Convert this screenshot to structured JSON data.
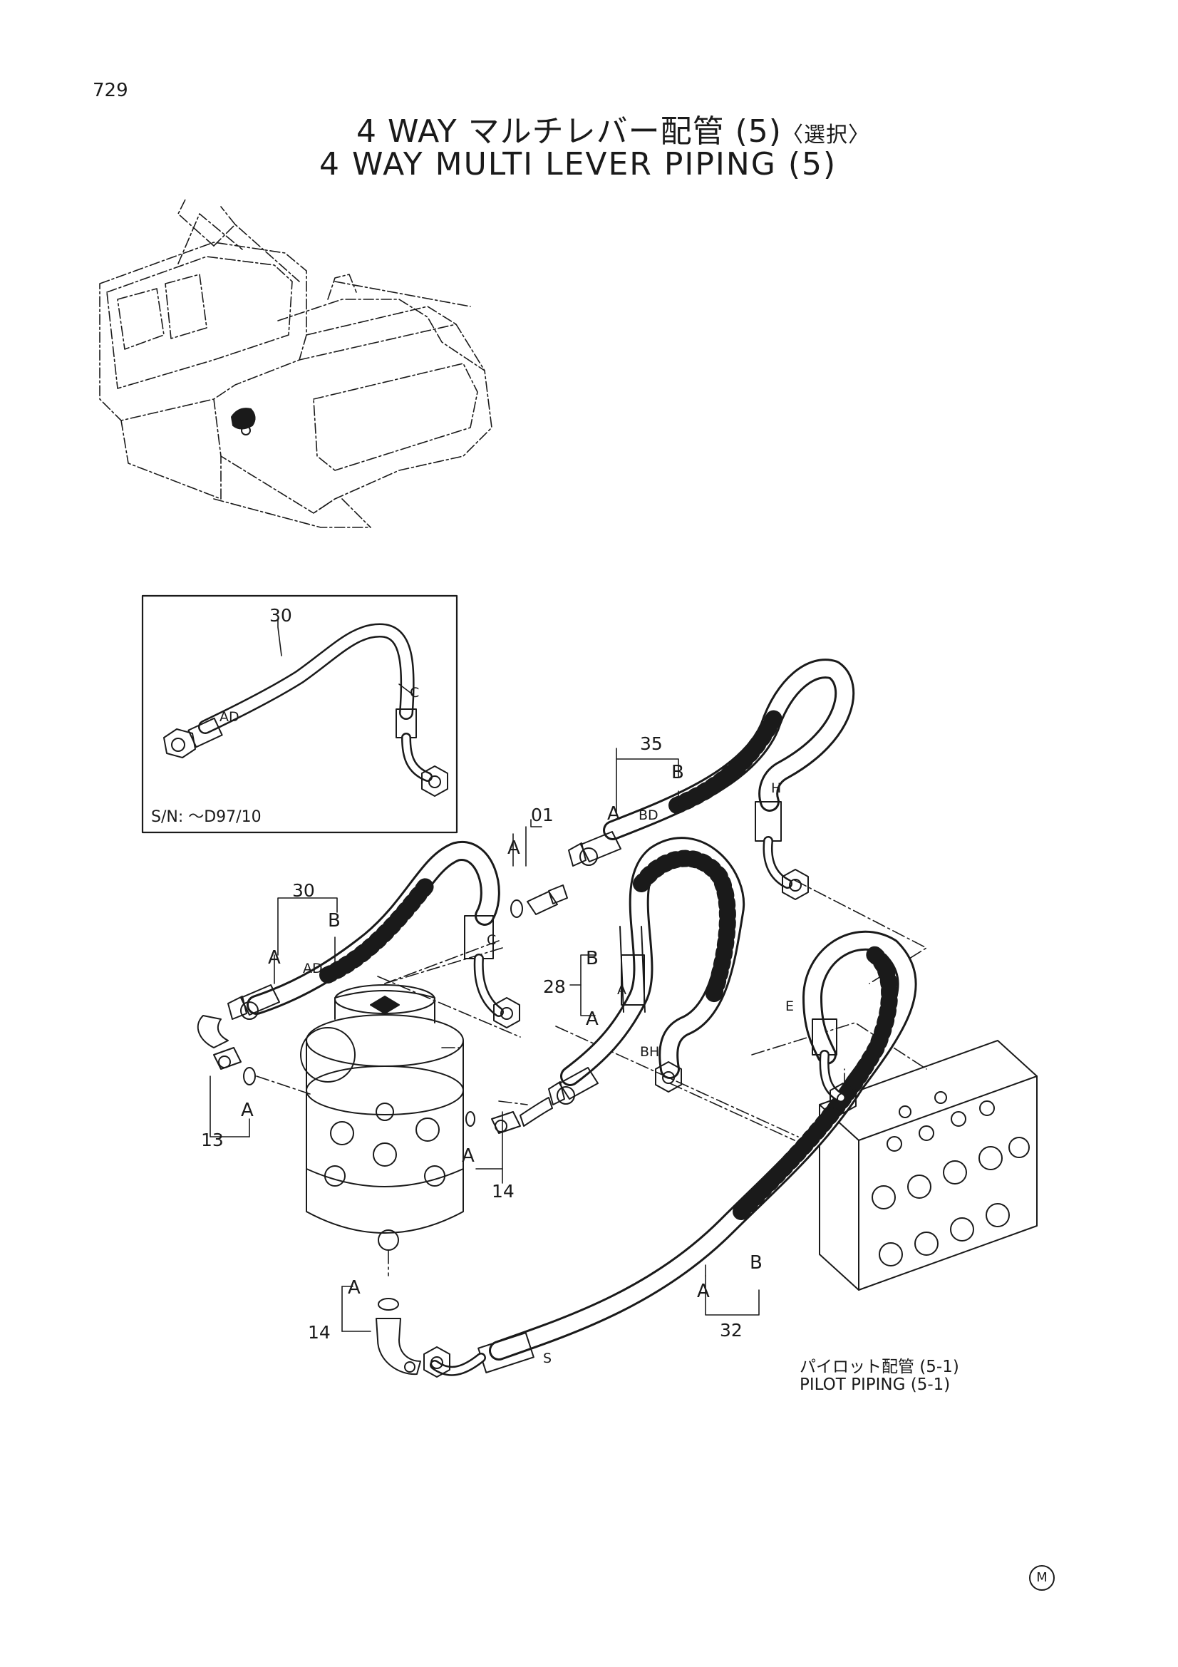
{
  "page_number": "729",
  "title_jp": "4 WAY マルチレバー配管 (5)",
  "title_jp_option": "〈選択〉",
  "title_en": "4 WAY MULTI LEVER PIPING (5)",
  "inset": {
    "serial_note": "S/N: ～D97/10",
    "part": "30",
    "labels": {
      "ad": "AD",
      "c": "C"
    }
  },
  "callouts": {
    "p01": "01",
    "p13": "13",
    "p14a": "14",
    "p14b": "14",
    "p28": "28",
    "p30": "30",
    "p32": "32",
    "p35": "35"
  },
  "letters": {
    "a": "A",
    "b": "B",
    "ad": "AD",
    "bd": "BD",
    "bh": "BH",
    "c": "C",
    "e": "E",
    "h": "H",
    "s": "S"
  },
  "reference": {
    "jp": "パイロット配管 (5-1)",
    "en": "PILOT PIPING (5-1)"
  },
  "corner_mark": "M"
}
